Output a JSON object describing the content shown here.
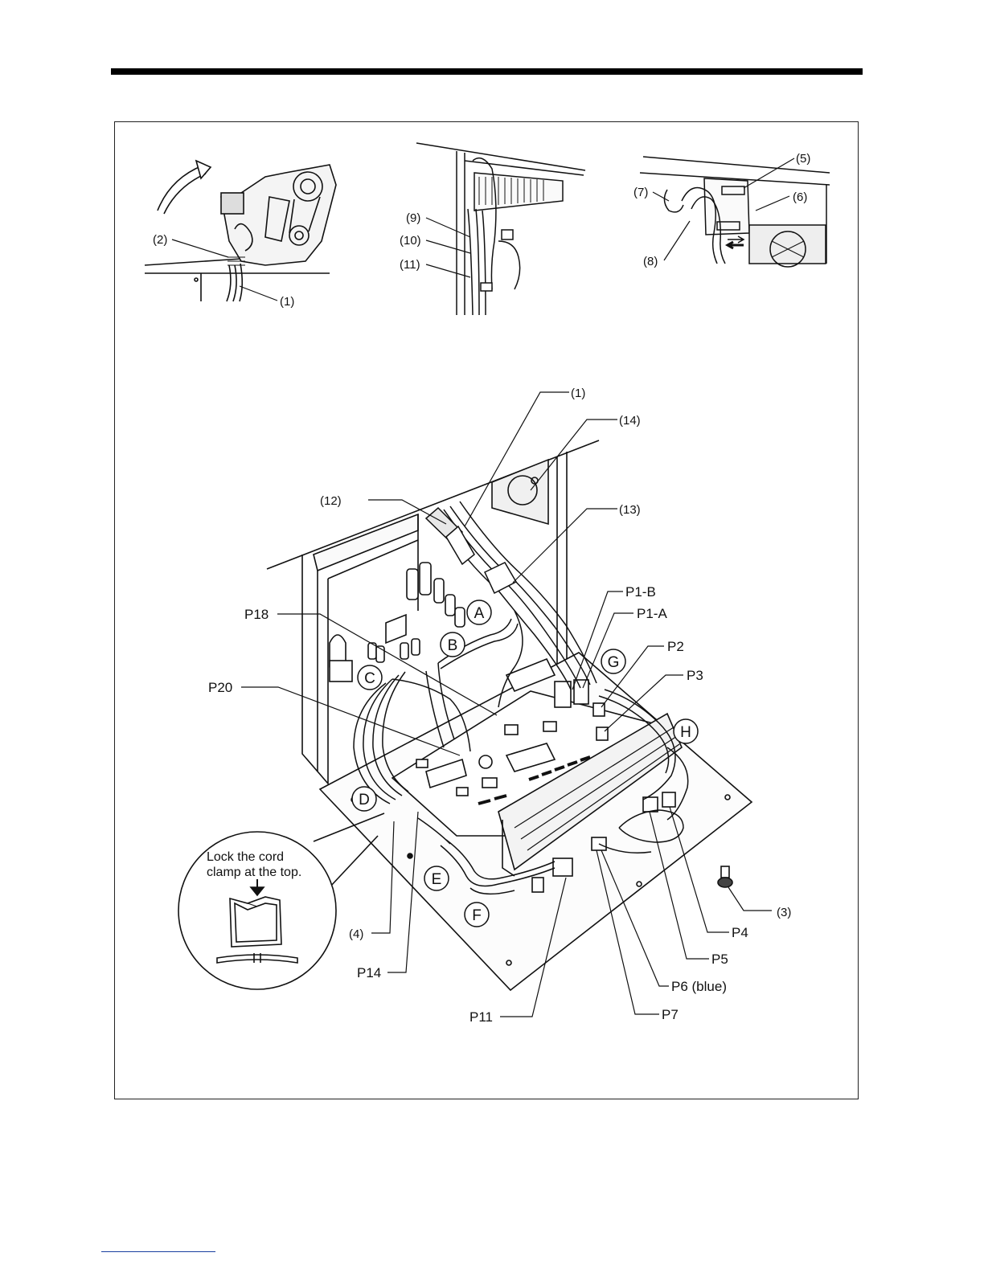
{
  "callouts_top": {
    "c1": "(1)",
    "c2": "(2)",
    "c5": "(5)",
    "c6": "(6)",
    "c7": "(7)",
    "c8": "(8)",
    "c9": "(9)",
    "c10": "(10)",
    "c11": "(11)"
  },
  "callouts_main": {
    "c1": "(1)",
    "c3": "(3)",
    "c4": "(4)",
    "c12": "(12)",
    "c13": "(13)",
    "c14": "(14)"
  },
  "connectors": {
    "p1b": "P1-B",
    "p1a": "P1-A",
    "p2": "P2",
    "p3": "P3",
    "p4": "P4",
    "p5": "P5",
    "p6": "P6 (blue)",
    "p7": "P7",
    "p11": "P11",
    "p14": "P14",
    "p18": "P18",
    "p20": "P20"
  },
  "clamps": {
    "a": "A",
    "b": "B",
    "c": "C",
    "d": "D",
    "e": "E",
    "f": "F",
    "g": "G",
    "h": "H"
  },
  "note": {
    "line1": "Lock the cord",
    "line2": "clamp at the top."
  }
}
